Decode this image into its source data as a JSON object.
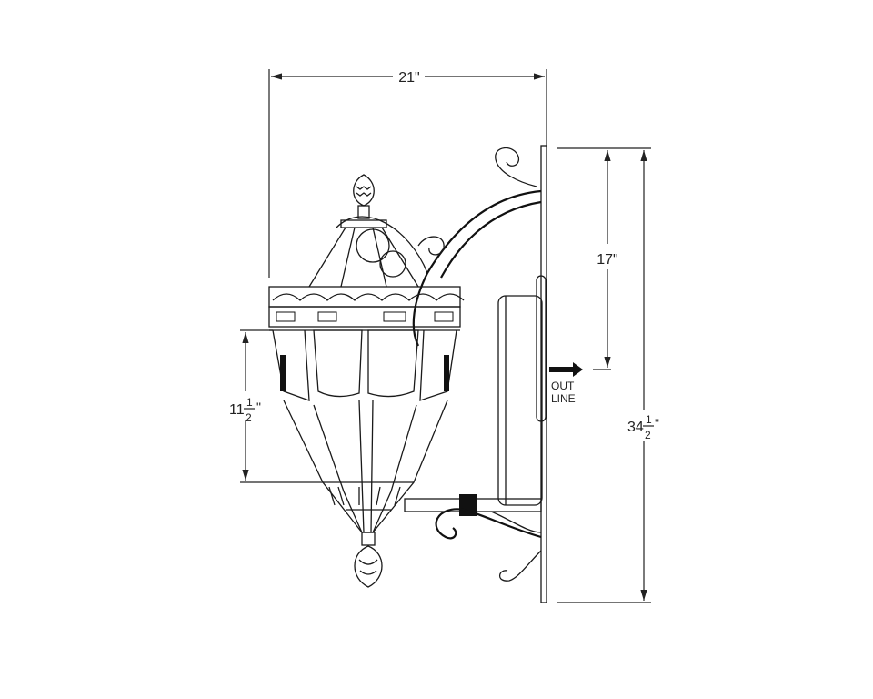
{
  "drawing": {
    "width_dim": "21\"",
    "arm_height_dim": "17\"",
    "overall_height_whole": "34",
    "overall_height_frac_num": "1",
    "overall_height_frac_den": "2",
    "overall_height_unit": "\"",
    "glass_height_whole": "11",
    "glass_height_frac_num": "1",
    "glass_height_frac_den": "2",
    "glass_height_unit": "\"",
    "outlet_label_line1": "OUT",
    "outlet_label_line2": "LINE"
  }
}
